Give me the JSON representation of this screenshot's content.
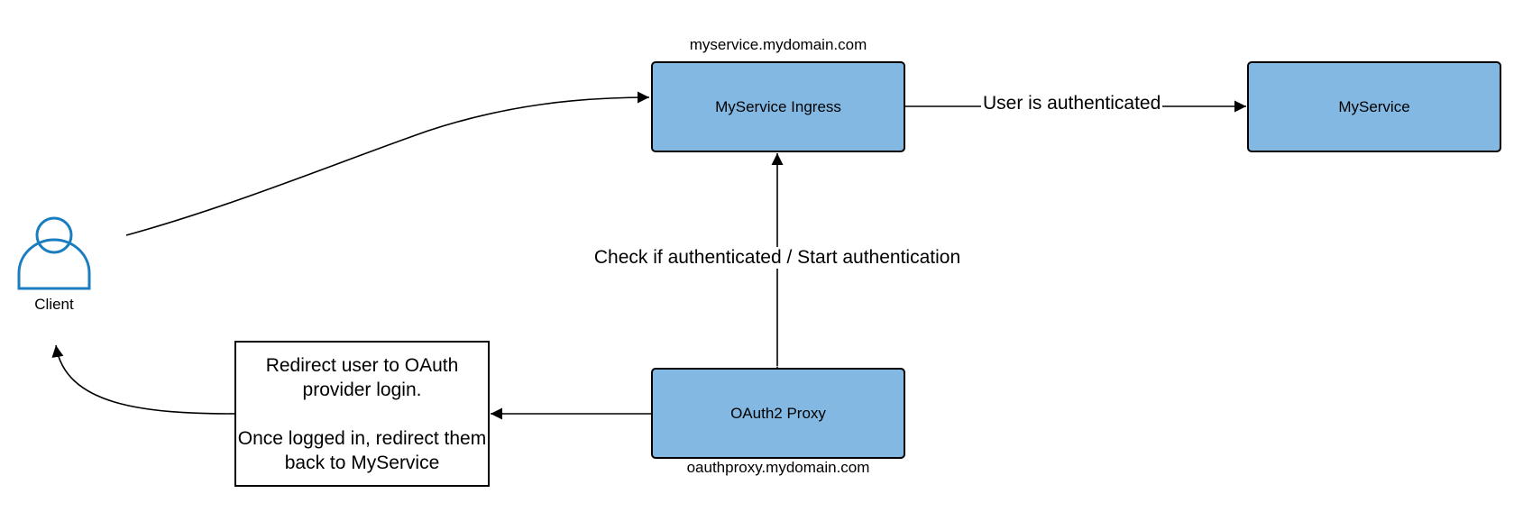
{
  "colors": {
    "service_fill": "#83b8e2",
    "stroke": "#000000",
    "actor": "#1a7dc0"
  },
  "client": {
    "label": "Client",
    "icon": "user-icon"
  },
  "ingress": {
    "label": "MyService Ingress",
    "domain": "myservice.mydomain.com"
  },
  "myservice": {
    "label": "MyService"
  },
  "proxy": {
    "label": "OAuth2 Proxy",
    "domain": "oauthproxy.mydomain.com"
  },
  "redirect_note": {
    "line1": "Redirect user to OAuth provider login.",
    "line2": "Once logged in, redirect them back to MyService"
  },
  "edges": {
    "authenticated": "User is authenticated",
    "check": "Check if authenticated / Start authentication"
  }
}
